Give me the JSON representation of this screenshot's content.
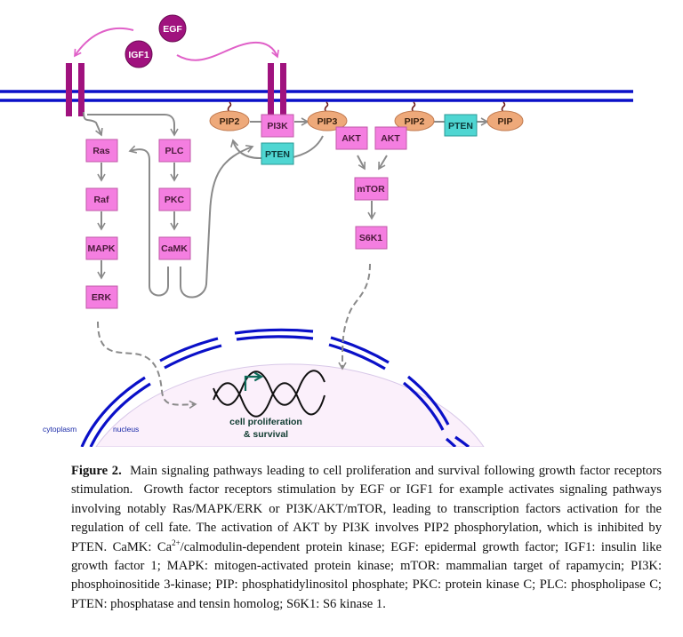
{
  "figure": {
    "ligands": {
      "egf": "EGF",
      "igf1": "IGF1"
    },
    "ras_pathway": [
      "Ras",
      "Raf",
      "MAPK",
      "ERK"
    ],
    "plc_pathway": [
      "PLC",
      "PKC",
      "CaMK"
    ],
    "pi3k_pathway": {
      "pip2_left": "PIP2",
      "pi3k": "PI3K",
      "pip3": "PIP3",
      "pten_left": "PTEN",
      "akt_left": "AKT",
      "akt_right": "AKT",
      "pip2_right": "PIP2",
      "pten_right": "PTEN",
      "pip": "PIP",
      "mtor": "mTOR",
      "s6k1": "S6K1"
    },
    "compartments": {
      "cytoplasm": "cytoplasm",
      "nucleus": "nucleus"
    },
    "outcome": {
      "line1": "cell proliferation",
      "line2": "& survival"
    },
    "colors": {
      "membrane": "#0a10c8",
      "receptor": "#a0127e",
      "ligand": "#a0127e",
      "ligand_arrow": "#e060c8",
      "kinase_box": "#f47ee0",
      "pten_box": "#4fd6d2",
      "lipid": "#eea97a",
      "arrow": "#8a8a8a",
      "nucleus_fill": "#fbf0fb",
      "gene_arrow": "#0f6b5a"
    }
  },
  "caption": {
    "label": "Figure 2.",
    "title": "Main signaling pathways leading to cell proliferation and survival following growth factor receptors stimulation.",
    "body_part1": "Growth factor receptors stimulation by EGF or IGF1 for example activates signaling pathways involving notably Ras/MAPK/ERK or PI3K/AKT/mTOR, leading to transcription factors activation for the regulation of cell fate. The activation of AKT by PI3K involves PIP2 phosphorylation, which is inhibited by PTEN. CaMK: Ca",
    "superscript": "2+",
    "body_part2": "/calmodulin-dependent protein kinase; EGF: epidermal growth factor; IGF1: insulin like growth factor 1; MAPK: mitogen-activated protein kinase; mTOR: mammalian target of rapamycin; PI3K: phosphoinositide 3-kinase; PIP: phosphatidylinositol phosphate; PKC: protein kinase C; PLC: phospholipase C; PTEN: phosphatase and tensin homolog; S6K1: S6 kinase 1."
  }
}
